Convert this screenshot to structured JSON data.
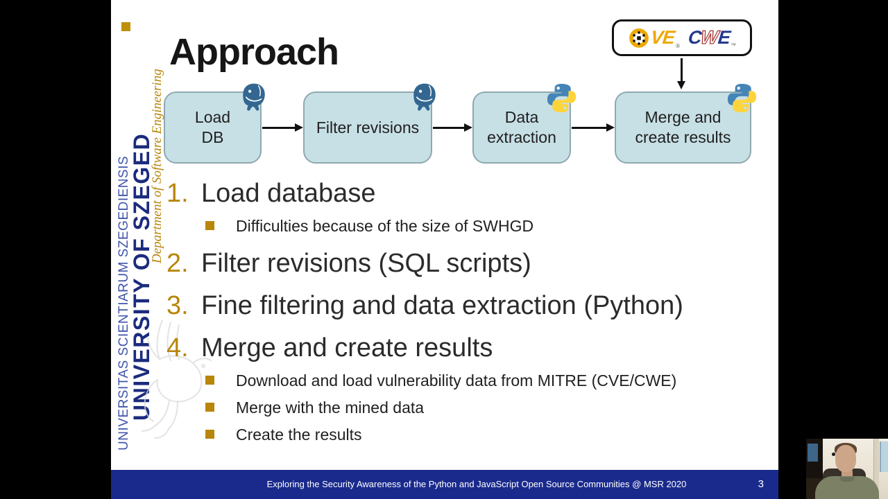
{
  "slide": {
    "title": "Approach",
    "sidebar": {
      "latin_name": "UNIVERSITAS SCIENTIARUM SZEGEDIENSIS",
      "university": "UNIVERSITY OF SZEGED",
      "department": "Department of Software Engineering"
    },
    "flowchart": {
      "boxes": [
        {
          "label": "Load\nDB",
          "icon": "postgresql-icon"
        },
        {
          "label": "Filter revisions",
          "icon": "postgresql-icon"
        },
        {
          "label": "Data\nextraction",
          "icon": "python-icon"
        },
        {
          "label": "Merge and\ncreate results",
          "icon": "python-icon"
        }
      ],
      "cve_badge": {
        "text": "VE",
        "reg_mark": "®"
      },
      "cwe_badge": {
        "letters": [
          "C",
          "W",
          "E"
        ],
        "tm_mark": "™"
      }
    },
    "list": {
      "items": [
        {
          "number": "1.",
          "label": "Load database",
          "subs": [
            "Difficulties because of the size of SWHGD"
          ]
        },
        {
          "number": "2.",
          "label": "Filter revisions (SQL scripts)",
          "subs": []
        },
        {
          "number": "3.",
          "label": "Fine filtering and data extraction (Python)",
          "subs": []
        },
        {
          "number": "4.",
          "label": "Merge and create results",
          "subs": [
            "Download and load vulnerability data from MITRE (CVE/CWE)",
            "Merge with the mined data",
            "Create the results"
          ]
        }
      ]
    },
    "footer": {
      "text": "Exploring the Security Awareness of the Python and JavaScript Open Source Communities @ MSR 2020",
      "page_number": "3"
    },
    "colors": {
      "accent_gold": "#b8860b",
      "slide_square_gold": "#bf8f06",
      "footer_blue": "#1a2a8c",
      "sidebar_navy": "#1b2b7d",
      "sidebar_blue": "#4055a8",
      "flow_box_fill": "#c7e0e5",
      "flow_box_border": "#8fa8b0",
      "postgres_blue": "#336791",
      "python_blue": "#4584b6",
      "python_yellow": "#ffd43b",
      "cve_gold": "#eda902",
      "cwe_blue": "#24388f"
    }
  }
}
